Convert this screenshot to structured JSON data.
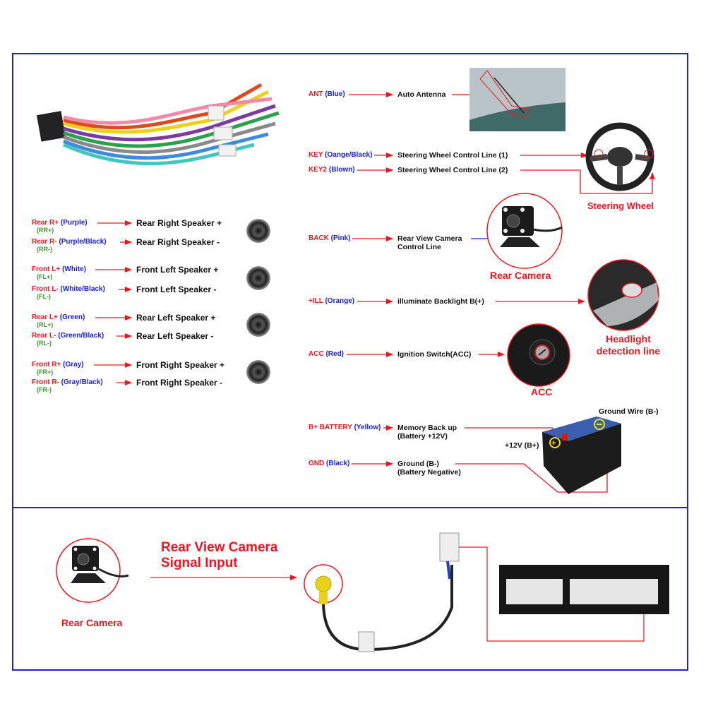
{
  "speakers": [
    {
      "wire": "Rear R+",
      "color": "(Purple)",
      "code": "(RR+)",
      "desc": "Rear Right Speaker +"
    },
    {
      "wire": "Rear R-",
      "color": "(Purple/Black)",
      "code": "(RR-)",
      "desc": "Rear Right Speaker -"
    },
    {
      "wire": "Front L+",
      "color": "(White)",
      "code": "(FL+)",
      "desc": "Front Left Speaker +"
    },
    {
      "wire": "Front L-",
      "color": "(White/Black)",
      "code": "(FL-)",
      "desc": "Front Left Speaker -"
    },
    {
      "wire": "Rear L+",
      "color": "(Green)",
      "code": "(RL+)",
      "desc": "Rear Left Speaker +"
    },
    {
      "wire": "Rear L-",
      "color": "(Green/Black)",
      "code": "(RL-)",
      "desc": "Rear Left Speaker -"
    },
    {
      "wire": "Front R+",
      "color": "(Gray)",
      "code": "(FR+)",
      "desc": "Front Right Speaker +"
    },
    {
      "wire": "Front R-",
      "color": "(Gray/Black)",
      "code": "(FR-)",
      "desc": "Front Right Speaker -"
    }
  ],
  "functions": [
    {
      "wire": "ANT",
      "color": "(Blue)",
      "desc": "Auto Antenna"
    },
    {
      "wire": "KEY",
      "color": "(Oange/Black)",
      "desc": "Steering Wheel Control Line (1)"
    },
    {
      "wire": "KEY2",
      "color": "(Blown)",
      "desc": "Steering Wheel Control Line (2)"
    },
    {
      "wire": "BACK",
      "color": "(Pink)",
      "desc": "Rear View Camera",
      "desc2": "Control Line"
    },
    {
      "wire": "+ILL",
      "color": "(Orange)",
      "desc": "illuminate Backlight B(+)"
    },
    {
      "wire": "ACC",
      "color": "(Red)",
      "desc": "Ignition Switch(ACC)"
    },
    {
      "wire": "B+ BATTERY",
      "color": "(Yellow)",
      "desc": "Memory Back up",
      "desc2": "(Battery +12V)"
    },
    {
      "wire": "GND",
      "color": "(Black)",
      "desc": "Ground (B-)",
      "desc2": "(Battery Negative)"
    }
  ],
  "captions": {
    "steering": "Steering Wheel",
    "rear_camera": "Rear Camera",
    "headlight_1": "Headlight",
    "headlight_2": "detection line",
    "acc": "ACC",
    "ground_wire": "Ground Wire (B-)",
    "plus12": "+12V  (B+)"
  },
  "bottom": {
    "title_1": "Rear View Camera",
    "title_2": "Signal Input",
    "rear_camera": "Rear Camera"
  },
  "colors": {
    "frame": "#1e22d0",
    "arrow": "#f5141e",
    "wire_label": "#f5141e",
    "wire_color": "#1a1aff",
    "code": "#3a9a2a"
  }
}
